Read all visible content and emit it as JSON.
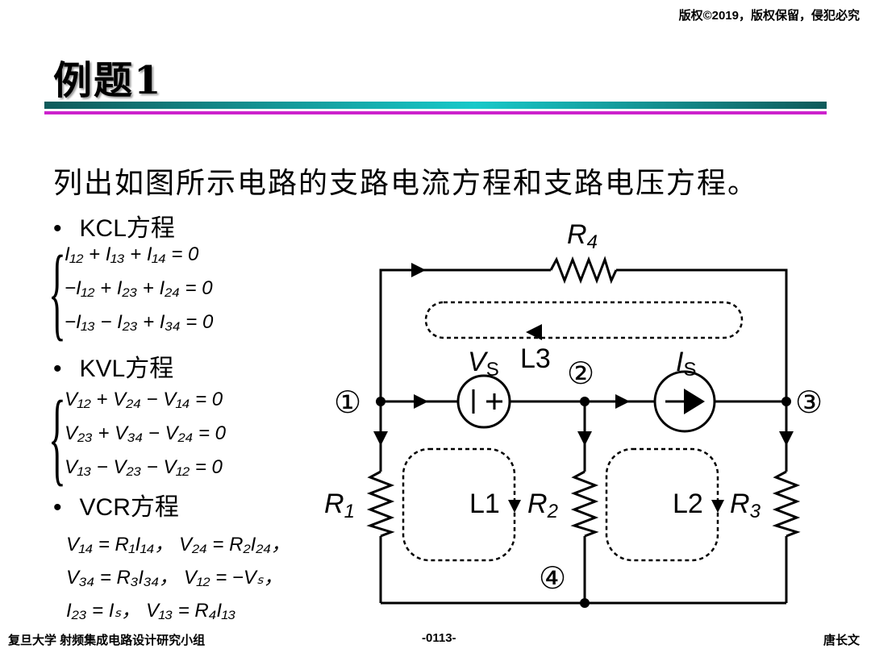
{
  "header": {
    "copyright": "版权©2019，版权保留，侵犯必究"
  },
  "slide": {
    "title": "例题1",
    "subtitle": "列出如图所示电路的支路电流方程和支路电压方程。"
  },
  "kcl": {
    "label": "KCL方程",
    "equations": [
      "I₁₂ + I₁₃ + I₁₄ = 0",
      "−I₁₂ + I₂₃ + I₂₄ = 0",
      "−I₁₃ − I₂₃ + I₃₄ = 0"
    ]
  },
  "kvl": {
    "label": "KVL方程",
    "equations": [
      "V₁₂ + V₂₄ − V₁₄ = 0",
      "V₂₃ + V₃₄ − V₂₄ = 0",
      "V₁₃ − V₂₃ − V₁₂ = 0"
    ]
  },
  "vcr": {
    "label": "VCR方程",
    "lines": [
      "V₁₄ = R₁I₁₄， V₂₄ = R₂I₂₄，",
      "V₃₄ = R₃I₃₄， V₁₂ = −Vₛ，",
      "I₂₃ = Iₛ， V₁₃ = R₄I₁₃"
    ]
  },
  "circuit": {
    "nodes": [
      "①",
      "②",
      "③",
      "④"
    ],
    "R4": "R",
    "R4_sub": "4",
    "R1": "R",
    "R1_sub": "1",
    "R2": "R",
    "R2_sub": "2",
    "R3": "R",
    "R3_sub": "3",
    "VS": "V",
    "VS_sub": "S",
    "IS": "I",
    "IS_sub": "S",
    "loop1": "L1",
    "loop2": "L2",
    "loop3": "L3"
  },
  "footer": {
    "left": "复旦大学   射频集成电路设计研究小组",
    "center": "-0113-",
    "right": "唐长文"
  },
  "colors": {
    "teal_rule": "#18c9c9",
    "magenta_rule": "#cc22cc"
  }
}
